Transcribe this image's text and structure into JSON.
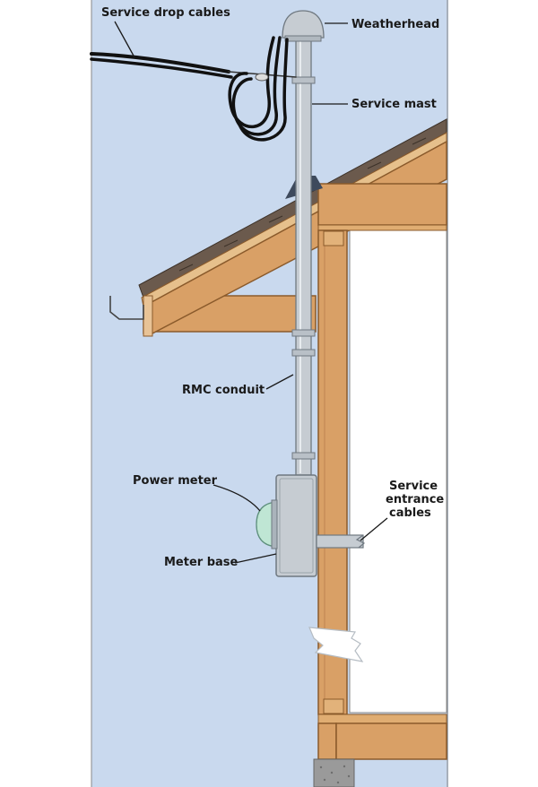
{
  "labels": {
    "service_drop_cables": "Service drop cables",
    "weatherhead": "Weatherhead",
    "service_mast": "Service mast",
    "rmc_conduit": "RMC conduit",
    "power_meter": "Power meter",
    "meter_base": "Meter base",
    "service_entrance_1": "Service",
    "service_entrance_2": "entrance",
    "service_entrance_3": "cables"
  },
  "colors": {
    "sky": "#c9d9ee",
    "wood": "#d9a066",
    "wood_edge": "#8a5a2b",
    "roof": "#6b5a4d",
    "metal": "#c6ccd2",
    "metal_edge": "#6f7880",
    "meter_glass": "#bfe6d4",
    "concrete": "#9a9a9a",
    "wall": "#ffffff",
    "cable": "#111111"
  }
}
